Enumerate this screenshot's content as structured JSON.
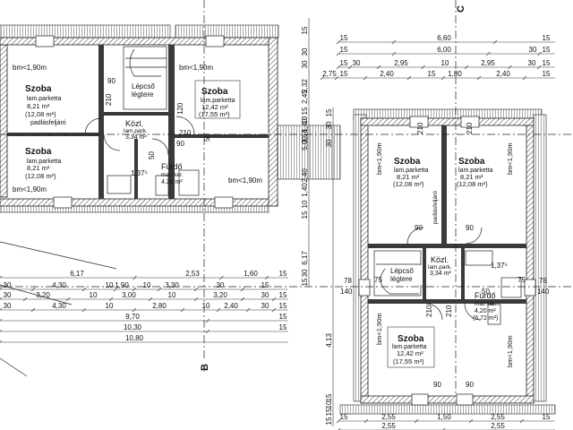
{
  "section_marks": {
    "b": "B",
    "c": "C"
  },
  "left_plan": {
    "height_note_top_left": "bm<1,90m",
    "height_note_top_mid": "bm<1,90m",
    "height_note_bottom_left": "bm<1,90m",
    "height_note_bottom_right": "bm<1,90m",
    "attic_access": "padlásfeljáró",
    "room_top_left": {
      "name": "Szoba",
      "floor": "lam.parketta",
      "area": "8,21 m²",
      "area2": "(12,08 m²)"
    },
    "room_bottom_left": {
      "name": "Szoba",
      "floor": "lam.parketta",
      "area": "8,21 m²",
      "area2": "(12,08 m²)"
    },
    "room_top_right": {
      "name": "Szoba",
      "floor": "lam.parketta",
      "area": "12,42 m²",
      "area2": "(17,55 m²)"
    },
    "stair": {
      "name": "Lépcső",
      "name2": "légtere"
    },
    "corridor": {
      "name": "Közl.",
      "floor": "lam.park.",
      "area": "3,34 m²"
    },
    "bath": {
      "name": "Fürdő",
      "floor": "máz.ker.",
      "area": "4,20 m²"
    },
    "misc": {
      "v1": "1,37⁵",
      "w90a": "90",
      "w90b": "90",
      "w210a": "210",
      "w210b": "210",
      "w50a": "50",
      "w50b": "50",
      "w120": "120"
    }
  },
  "right_plan": {
    "height_notes": [
      "bm<1,90m",
      "bm<1,90m",
      "bm<1,90m",
      "bm<1,90m"
    ],
    "attic_access": "padlásfeljáró",
    "room_top_left": {
      "name": "Szoba",
      "floor": "lam.parketta",
      "area": "8,21 m²",
      "area2": "(12,08 m²)"
    },
    "room_top_right": {
      "name": "Szoba",
      "floor": "lam.parketta",
      "area": "8,21 m²",
      "area2": "(12,08 m²)"
    },
    "room_bottom": {
      "name": "Szoba",
      "floor": "lam.parketta",
      "area": "12,42 m²",
      "area2": "(17,55 m²)"
    },
    "stair": {
      "name": "Lépcső",
      "name2": "légtere"
    },
    "corridor": {
      "name": "Közl.",
      "floor": "lam.park.",
      "area": "3,34 m²"
    },
    "bath": {
      "name": "Fürdő",
      "floor": "máz.ker.",
      "area": "4,20 m²",
      "area2": "(6,72 m²)"
    },
    "misc": {
      "v1": "1,37⁵",
      "w75a": "75",
      "w75b": "75",
      "w90a": "90",
      "w90b": "90",
      "w90c": "90",
      "w90d": "90",
      "w210a": "210",
      "w210b": "210",
      "w210c": "210",
      "w210d": "210",
      "w50": "50",
      "w140a": "140",
      "w140b": "140",
      "w78a": "78",
      "w78b": "78"
    }
  },
  "dims_top": {
    "row1": [
      "15",
      "6,60",
      "15"
    ],
    "row2": [
      "15",
      "6,00",
      "30",
      "15"
    ],
    "row3": [
      "15",
      "30",
      "2,95",
      "10",
      "2,95",
      "30",
      "15"
    ],
    "row4": [
      "2,75",
      "15",
      "2,40",
      "15",
      "1,80",
      "2,40",
      "15"
    ]
  },
  "dims_bottom_left": {
    "row1": [
      "6,17",
      "2,53",
      "1,60",
      "15"
    ],
    "row2": [
      "30",
      "4,30",
      "10",
      "1,90",
      "10",
      "3,30",
      "30",
      "15"
    ],
    "row3": [
      "30",
      "3,20",
      "10",
      "3,00",
      "10",
      "3,20",
      "30",
      "15"
    ],
    "row4": [
      "30",
      "4,30",
      "10",
      "2,80",
      "10",
      "2,40",
      "30",
      "15"
    ],
    "row5": [
      "9,70",
      "15"
    ],
    "row6": [
      "10,30",
      "15"
    ],
    "row7": [
      "10,80"
    ]
  },
  "dims_bottom_right": {
    "row1": [
      "15",
      "2,55",
      "1,50",
      "2,55",
      "15"
    ],
    "row2": [
      "2,55",
      "2,55"
    ]
  },
  "dims_vertical_left": [
    "15",
    "30",
    "30",
    "2,32",
    "2,45",
    "15",
    "10",
    "3,18",
    "1,40",
    "5,00",
    "2,40",
    "1,40",
    "10",
    "15",
    "6,17",
    "30",
    "15"
  ],
  "dims_vertical_right": [
    "15",
    "30",
    "30",
    "4,13",
    "15",
    "10",
    "15",
    "15"
  ]
}
